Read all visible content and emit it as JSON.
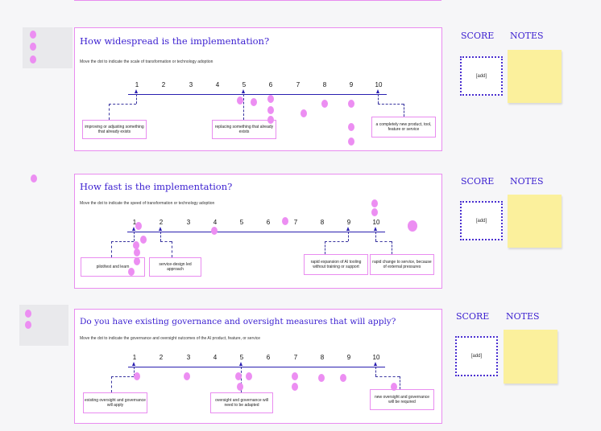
{
  "score_label": "SCORE",
  "notes_label": "NOTES",
  "add_label": "[add]",
  "ticks": [
    "1",
    "2",
    "3",
    "4",
    "5",
    "6",
    "7",
    "8",
    "9",
    "10"
  ],
  "sections": [
    {
      "title": "How widespread is the implementation?",
      "subtitle": "Move the dot to indicate the scale of transformation or technology adoption",
      "labels": [
        "improving or adjusting something that already exists",
        "replacing something that already exists",
        "a completely new product, tool, feature or service"
      ]
    },
    {
      "title": "How fast is the implementation?",
      "subtitle": "Move the dot to indicate the speed of transformation or technology adoption",
      "labels": [
        "pilot/test and learn",
        "service-design led approach",
        "rapid expansion of AI tooling without training or support",
        "rapid change to service, because of external pressures"
      ]
    },
    {
      "title": "Do you have existing governance and oversight measures that will apply?",
      "subtitle": "Move the dot to indicate the governance and oversight outcomes of the AI product, feature, or service",
      "labels": [
        "existing oversight and governance will apply",
        "oversight and governance will need to be adapted",
        "new oversight and governance will be required"
      ]
    }
  ]
}
